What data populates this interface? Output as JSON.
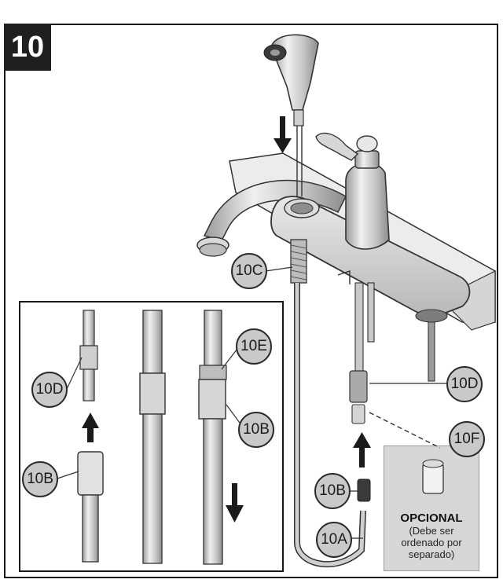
{
  "step": {
    "number": "10"
  },
  "callouts": {
    "c10C": "10C",
    "c10D_main": "10D",
    "c10F": "10F",
    "c10B_main": "10B",
    "c10A": "10A",
    "c10E": "10E",
    "c10D_inset": "10D",
    "c10B_inset_right": "10B",
    "c10B_inset_left": "10B"
  },
  "optional_note": {
    "title": "OPCIONAL",
    "line1": "(Debe ser",
    "line2": "ordenado por",
    "line3": "separado)"
  },
  "colors": {
    "badge": "#1f1f1f",
    "callout_fill": "#c9c9c9",
    "metal_light": "#e6e6e6",
    "metal_mid": "#bdbdbd",
    "outline": "#2b2b2b"
  }
}
